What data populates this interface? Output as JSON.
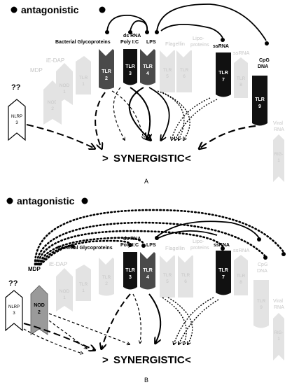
{
  "panel_a": {
    "antagonistic": "antagonistic",
    "synergistic_left": ">",
    "synergistic_word": "SYNERGISTIC",
    "synergistic_right": "<",
    "panel_label": "A",
    "unknown_mark": "??",
    "receptors": {
      "nlrp3_line1": "NLRP",
      "nlrp3_line2": "3",
      "nod2_line1": "NOD",
      "nod2_line2": "2",
      "nod1_line1": "NOD",
      "nod1_line2": "1",
      "tlr1_line1": "TLR",
      "tlr1_line2": "1",
      "tlr2_line1": "TLR",
      "tlr2_line2": "2",
      "tlr3_line1": "TLR",
      "tlr3_line2": "3",
      "tlr4_line1": "TLR",
      "tlr4_line2": "4",
      "tlr5_line1": "TLR",
      "tlr5_line2": "5",
      "tlr6_line1": "TLR",
      "tlr6_line2": "6",
      "tlr7_line1": "TLR",
      "tlr7_line2": "7",
      "tlr8_line1": "TLR",
      "tlr8_line2": "8",
      "tlr9_line1": "TLR",
      "tlr9_line2": "9",
      "rig1_line1": "RIG-",
      "rig1_line2": "1"
    },
    "ligands": {
      "mdp": "MDP",
      "ie_dap": "iE-DAP",
      "bacterial_glycoproteins": "Bacterial Glycoproteins",
      "dsrna_line1": "ds RNA",
      "dsrna_line2": "Poly I:C",
      "lps": "LPS",
      "flagellin": "Flagellin",
      "lipoproteins_line1": "Lipo-",
      "lipoproteins_line2": "proteins",
      "ssrna_a": "ssRNA",
      "ssrna_b": "ssRNA",
      "cpg_line1": "CpG",
      "cpg_line2": "DNA",
      "viral_line1": "Viral",
      "viral_line2": "RNA"
    }
  },
  "panel_b": {
    "antagonistic": "antagonistic",
    "synergistic_left": ">",
    "synergistic_word": "SYNERGISTIC",
    "synergistic_right": "<",
    "panel_label": "B",
    "unknown_mark": "??",
    "receptors": {
      "nlrp3_line1": "NLRP",
      "nlrp3_line2": "3",
      "nod2_line1": "NOD",
      "nod2_line2": "2",
      "nod1_line1": "NOD",
      "nod1_line2": "1",
      "tlr1_line1": "TLR",
      "tlr1_line2": "1",
      "tlr2_line1": "TLR",
      "tlr2_line2": "2",
      "tlr3_line1": "TLR",
      "tlr3_line2": "3",
      "tlr4_line1": "TLR",
      "tlr4_line2": "4",
      "tlr5_line1": "TLR",
      "tlr5_line2": "5",
      "tlr6_line1": "TLR",
      "tlr6_line2": "6",
      "tlr7_line1": "TLR",
      "tlr7_line2": "7",
      "tlr8_line1": "TLR",
      "tlr8_line2": "8",
      "tlr9_line1": "TLR",
      "tlr9_line2": "9",
      "rig1_line1": "RIG-",
      "rig1_line2": "1"
    },
    "ligands": {
      "mdp": "MDP",
      "ie_dap": "iE-DAP",
      "bacterial_glycoproteins": "Bacterial Glycoproteins",
      "dsrna_line1": "ds RNA",
      "dsrna_line2": "Poly I:C",
      "lps": "LPS",
      "flagellin": "Flagellin",
      "lipoproteins_line1": "Lipo-",
      "lipoproteins_line2": "proteins",
      "ssrna_a": "ssRNA",
      "ssrna_b": "ssRNA",
      "cpg_line1": "CpG",
      "cpg_line2": "DNA",
      "viral_line1": "Viral",
      "viral_line2": "RNA"
    }
  },
  "colors": {
    "faint_receptor": "#e3e3e3",
    "faint_text": "#c6c6c6",
    "dark_receptor": "#111111",
    "mid_receptor": "#4a4a4a",
    "nod2_active": "#9a9a9a",
    "line": "#000000"
  }
}
